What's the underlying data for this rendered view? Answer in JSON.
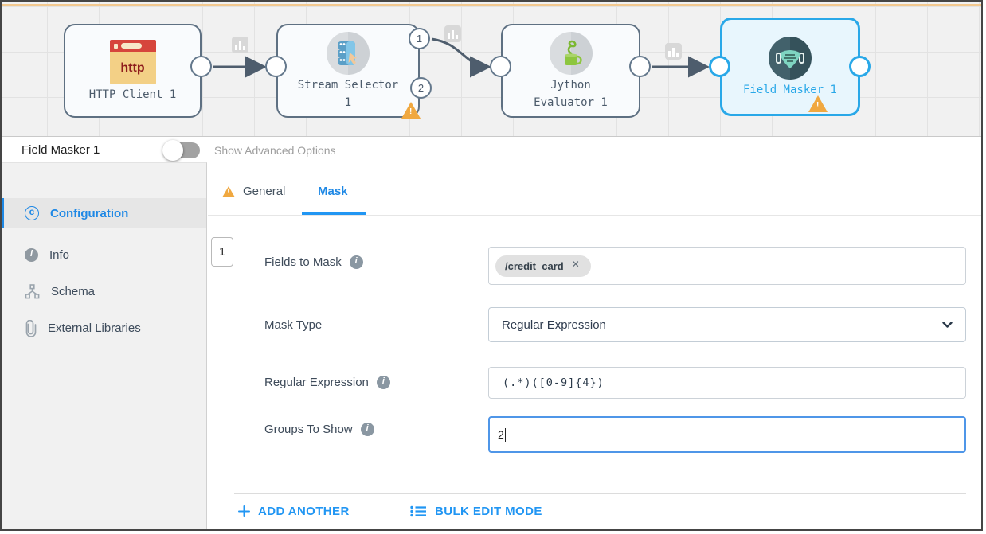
{
  "canvas": {
    "nodes": [
      {
        "label1": "HTTP Client 1",
        "icon_text": "http"
      },
      {
        "label1": "Stream Selector",
        "label2": "1",
        "output_ports": [
          "1",
          "2"
        ]
      },
      {
        "label1": "Jython",
        "label2": "Evaluator 1"
      },
      {
        "label1": "Field Masker 1"
      }
    ]
  },
  "header": {
    "title": "Field Masker 1",
    "toggle_label": "Show Advanced Options"
  },
  "sidebar": {
    "items": [
      {
        "label": "Configuration"
      },
      {
        "label": "Info"
      },
      {
        "label": "Schema"
      },
      {
        "label": "External Libraries"
      }
    ]
  },
  "main": {
    "tabs": [
      {
        "label": "General"
      },
      {
        "label": "Mask"
      }
    ],
    "item_index": "1",
    "fields": {
      "fields_to_mask": {
        "label": "Fields to Mask",
        "chip": "/credit_card"
      },
      "mask_type": {
        "label": "Mask Type",
        "value": "Regular Expression"
      },
      "regular_expression": {
        "label": "Regular Expression",
        "value": "(.*)([0-9]{4})"
      },
      "groups_to_show": {
        "label": "Groups To Show",
        "value": "2"
      }
    },
    "actions": {
      "add_another": "ADD ANOTHER",
      "bulk_edit": "BULK EDIT MODE"
    }
  },
  "colors": {
    "accent_blue": "#1e88e5",
    "link_blue": "#2196f3",
    "selected_node_blue": "#29a8e8",
    "warning_orange": "#f0a840",
    "edge_slate": "#4e5d6d"
  }
}
